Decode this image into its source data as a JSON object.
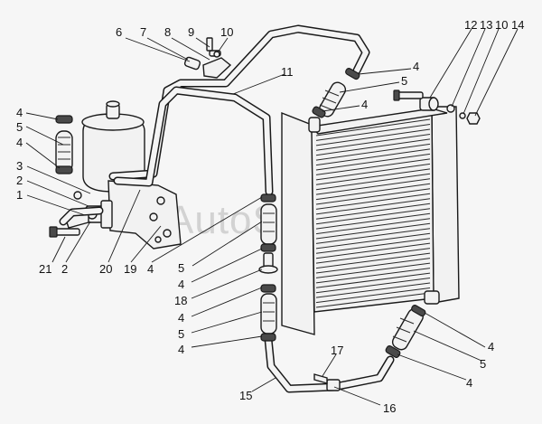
{
  "watermark": "AutoSoft",
  "callouts": {
    "n6": "6",
    "n7": "7",
    "n8": "8",
    "n9": "9",
    "n10a": "10",
    "n11": "11",
    "n12": "12",
    "n13": "13",
    "n10b": "10",
    "n14": "14",
    "n4_left_top": "4",
    "n5_left": "5",
    "n4_left_mid": "4",
    "n3": "3",
    "n2_left": "2",
    "n1": "1",
    "n21": "21",
    "n2_bottom": "2",
    "n20": "20",
    "n19": "19",
    "n4_bottom": "4",
    "n5_mid": "5",
    "n4_mid_a": "4",
    "n18": "18",
    "n4_mid_b": "4",
    "n5_low": "5",
    "n4_low": "4",
    "n15": "15",
    "n16": "16",
    "n17": "17",
    "n4_top_right_a": "4",
    "n5_top_right": "5",
    "n4_top_right_b": "4",
    "n4_right_a": "4",
    "n5_right": "5",
    "n4_right_b": "4"
  }
}
